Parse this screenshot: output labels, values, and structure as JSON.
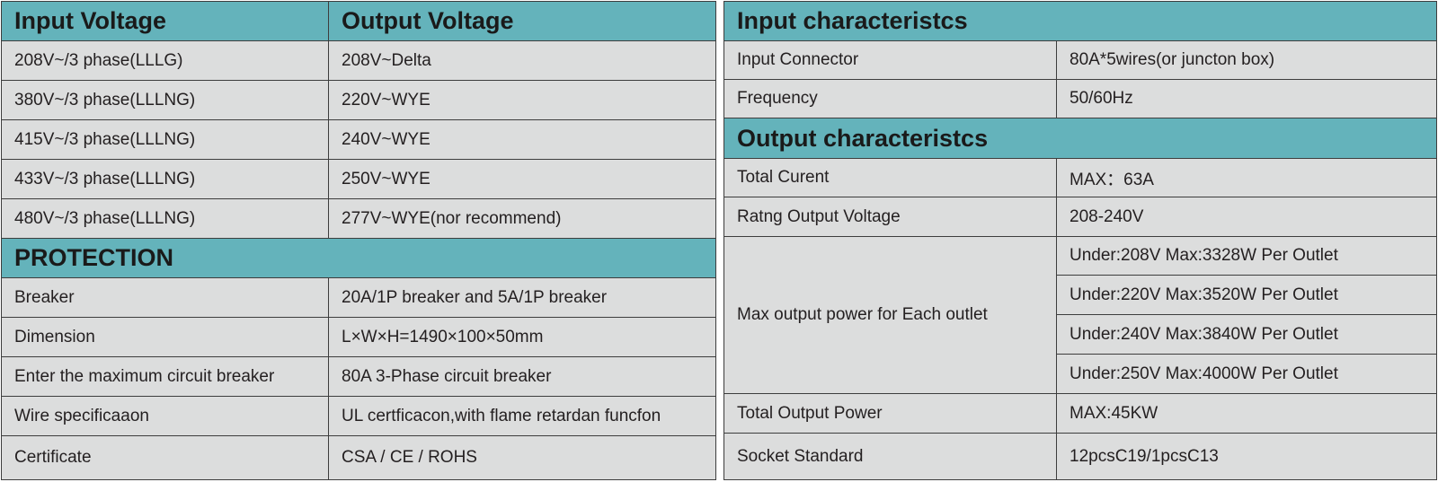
{
  "voltage_table": {
    "headers": [
      "Input Voltage",
      "Output Voltage"
    ],
    "rows": [
      [
        "208V~/3 phase(LLLG)",
        "208V~Delta"
      ],
      [
        "380V~/3 phase(LLLNG)",
        "220V~WYE"
      ],
      [
        "415V~/3 phase(LLLNG)",
        "240V~WYE"
      ],
      [
        "433V~/3 phase(LLLNG)",
        "250V~WYE"
      ],
      [
        "480V~/3 phase(LLLNG)",
        "277V~WYE(nor recommend)"
      ]
    ]
  },
  "protection": {
    "title": "PROTECTION",
    "rows": [
      [
        "Breaker",
        "20A/1P breaker and 5A/1P breaker"
      ],
      [
        "Dimension",
        "L×W×H=1490×100×50mm"
      ],
      [
        "Enter the maximum circuit breaker",
        "80A 3-Phase circuit breaker"
      ],
      [
        "Wire specificaaon",
        "UL certficacon,with flame retardan funcfon"
      ],
      [
        "Certificate",
        "CSA / CE / ROHS"
      ]
    ]
  },
  "input_characteristics": {
    "title": "Input characteristcs",
    "rows": [
      [
        "Input Connector",
        "80A*5wires(or juncton box)"
      ],
      [
        "Frequency",
        "50/60Hz"
      ]
    ]
  },
  "output_characteristics": {
    "title": "Output characteristcs",
    "rows": [
      [
        "Total Curent",
        "MAX：63A"
      ],
      [
        "Ratng Output Voltage",
        "208-240V"
      ]
    ],
    "max_power": {
      "label": "Max output power for Each outlet",
      "values": [
        "Under:208V Max:3328W Per Outlet",
        "Under:220V Max:3520W Per Outlet",
        "Under:240V Max:3840W Per Outlet",
        "Under:250V Max:4000W Per Outlet"
      ]
    },
    "rows_after": [
      [
        "Total Output Power",
        "MAX:45KW"
      ],
      [
        "Socket Standard",
        "12pcsC19/1pcsC13"
      ]
    ]
  }
}
